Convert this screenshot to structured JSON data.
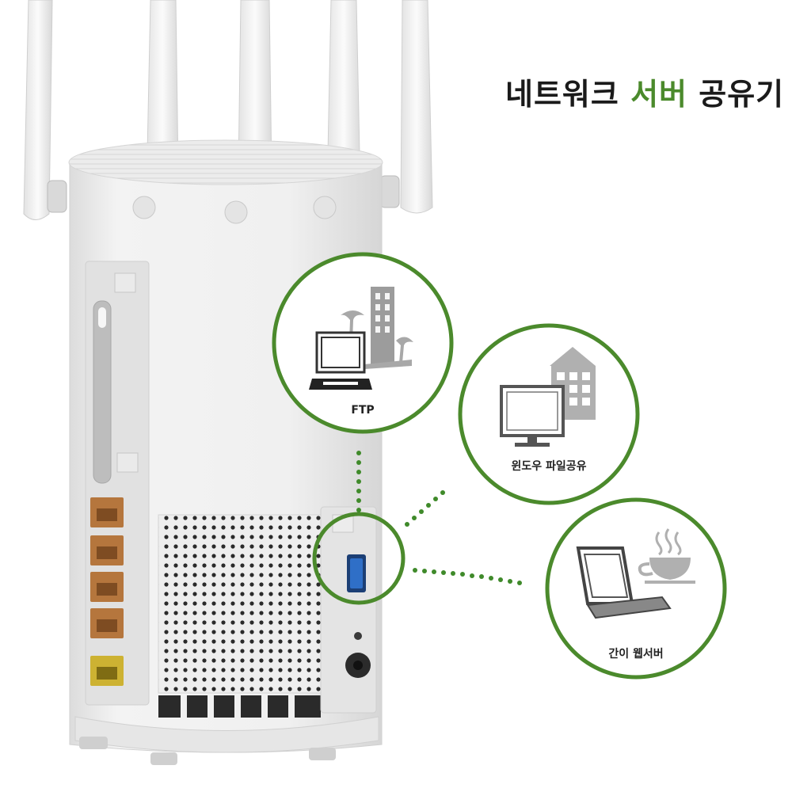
{
  "heading": {
    "part1": "네트워크",
    "part2": "서버",
    "part3": "공유기"
  },
  "features": [
    {
      "label": "FTP",
      "icon": "ftp-computer-building-icon"
    },
    {
      "label": "윈도우 파일공유",
      "icon": "monitor-building-icon"
    },
    {
      "label": "간이 웹서버",
      "icon": "laptop-coffee-icon"
    }
  ],
  "colors": {
    "accent": "#4b8a2c",
    "router_body": "#f1f1f1",
    "lan_port": "#b5763d",
    "wan_port": "#cdb232",
    "usb_port": "#2f6fc7",
    "dotted_line": "#3f8a2a"
  }
}
